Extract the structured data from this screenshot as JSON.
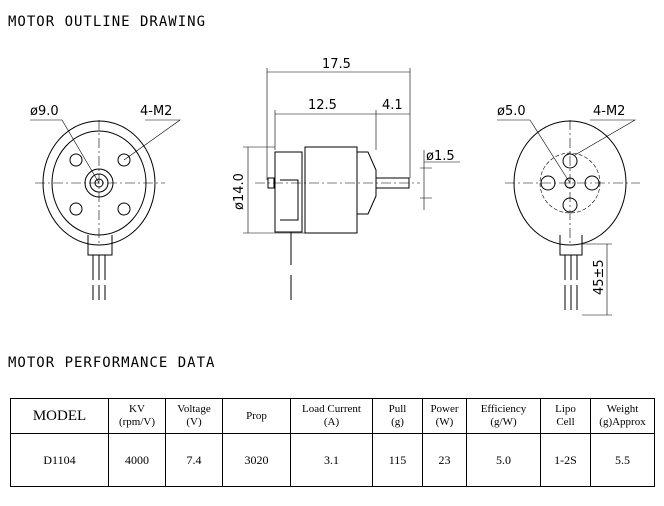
{
  "outline_title": "MOTOR OUTLINE DRAWING",
  "performance_title": "MOTOR PERFORMANCE DATA",
  "dimensions": {
    "front_dia": "ø9.0",
    "front_holes": "4-M2",
    "length_total": "17.5",
    "length_body": "12.5",
    "shaft_len": "4.1",
    "shaft_dia": "ø1.5",
    "body_dia": "ø14.0",
    "rear_dia": "ø5.0",
    "rear_holes": "4-M2",
    "wire_len": "45±5"
  },
  "table": {
    "headers": [
      [
        "MODEL",
        ""
      ],
      [
        "KV",
        "(rpm/V)"
      ],
      [
        "Voltage",
        "(V)"
      ],
      [
        "Prop",
        ""
      ],
      [
        "Load Current",
        "(A)"
      ],
      [
        "Pull",
        "(g)"
      ],
      [
        "Power",
        "(W)"
      ],
      [
        "Efficiency",
        "(g/W)"
      ],
      [
        "Lipo",
        "Cell"
      ],
      [
        "Weight",
        "(g)Approx"
      ]
    ],
    "row": [
      "D1104",
      "4000",
      "7.4",
      "3020",
      "3.1",
      "115",
      "23",
      "5.0",
      "1-2S",
      "5.5"
    ]
  }
}
